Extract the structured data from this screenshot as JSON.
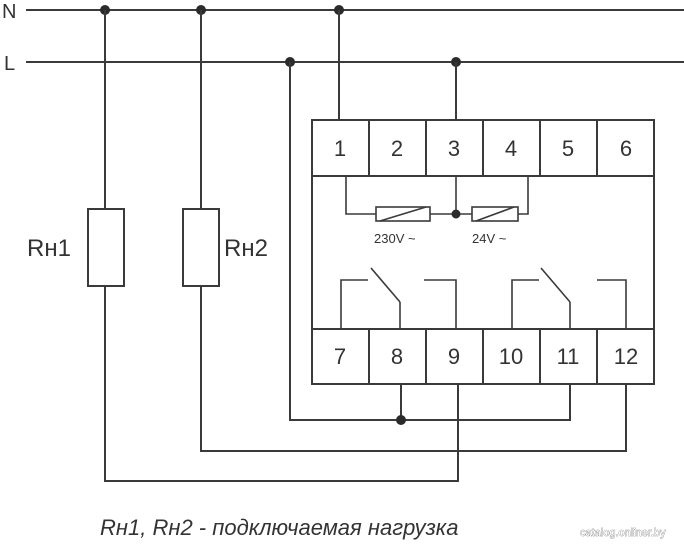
{
  "rails": {
    "n": "N",
    "l": "L"
  },
  "loads": {
    "r1": "Rн1",
    "r2": "Rн2"
  },
  "terminals_top": [
    "1",
    "2",
    "3",
    "4",
    "5",
    "6"
  ],
  "terminals_bottom": [
    "7",
    "8",
    "9",
    "10",
    "11",
    "12"
  ],
  "coils": {
    "c230": "230V ~",
    "c24": "24V ~"
  },
  "caption": "Rн1, Rн2 - подключаемая нагрузка",
  "watermark": "catalog.onliner.by",
  "colors": {
    "line": "#3a3a3a",
    "text": "#333333",
    "background": "#ffffff"
  }
}
